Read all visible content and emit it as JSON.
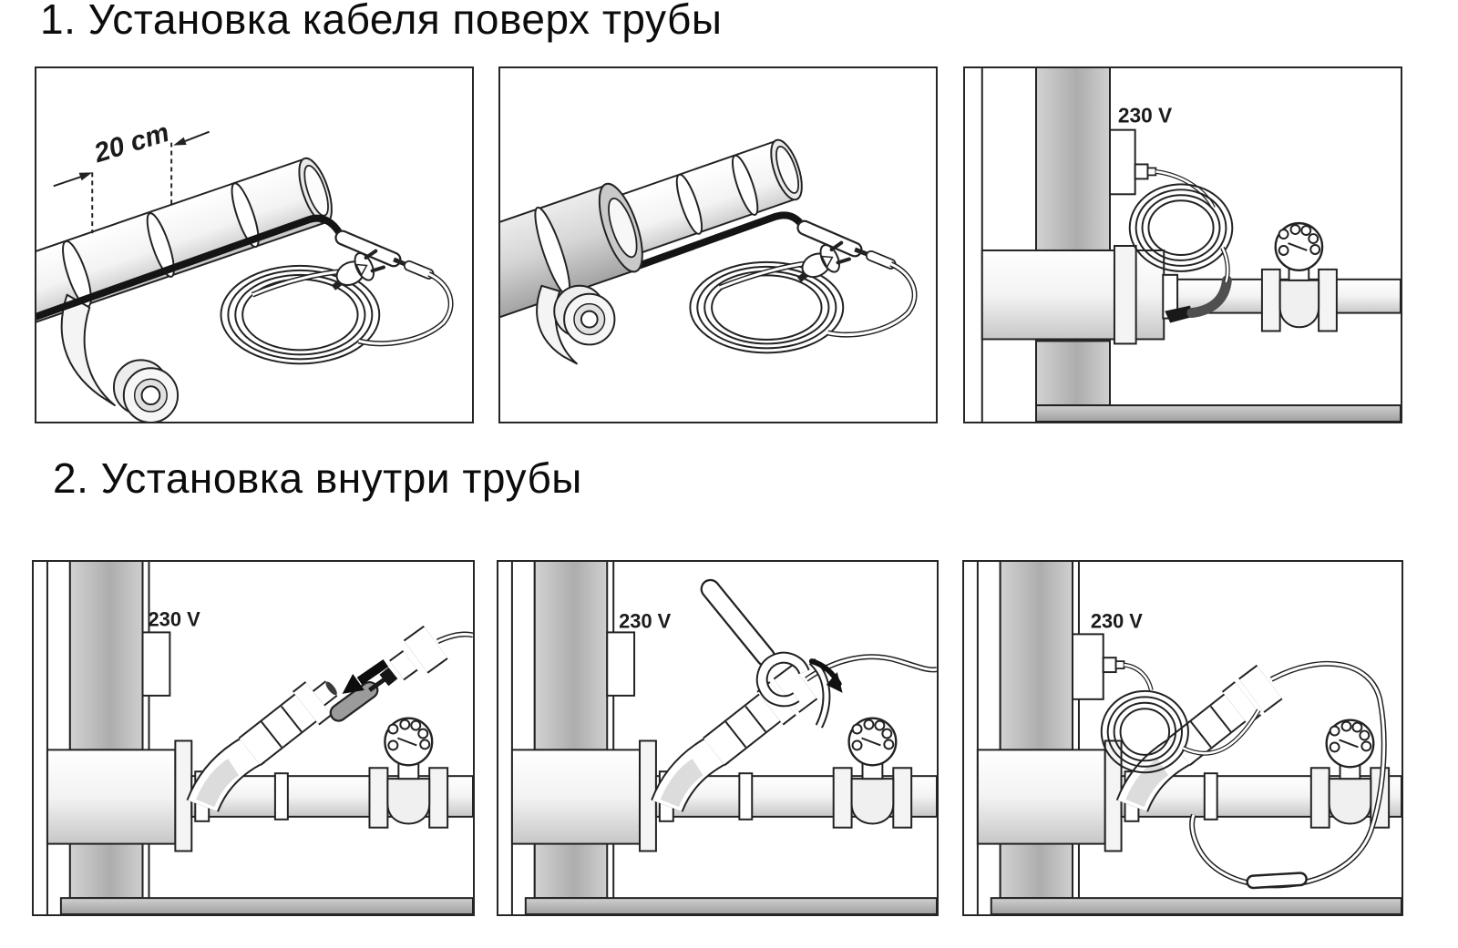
{
  "sections": [
    {
      "title": "1. Установка кабеля поверх трубы"
    },
    {
      "title": "2. Установка внутри трубы"
    }
  ],
  "panels": [
    {
      "id": "1.1",
      "subject": "mark-20cm-spacing-and-tape-cable-to-pipe",
      "annotation": "20 cm"
    },
    {
      "id": "1.2",
      "subject": "wrap-insulation-over-pipe-with-cable"
    },
    {
      "id": "1.3",
      "subject": "surface-install-connected-to-socket",
      "annotation": "230 V"
    },
    {
      "id": "2.1",
      "subject": "insert-heating-cable-through-tee-gland",
      "annotation": "230 V"
    },
    {
      "id": "2.2",
      "subject": "tighten-gland-nut-with-wrench",
      "annotation": "230 V"
    },
    {
      "id": "2.3",
      "subject": "in-pipe-install-connected-to-socket",
      "annotation": "230 V"
    }
  ],
  "colors": {
    "background": "#ffffff",
    "line": "#222222",
    "heating_cable": "#141414",
    "cold_lead_dark": "#4f4f4f",
    "wall_gray": "#b5b5b5",
    "floor_gray": "#a8a8a8",
    "metal_light": "#f4f4f4"
  }
}
